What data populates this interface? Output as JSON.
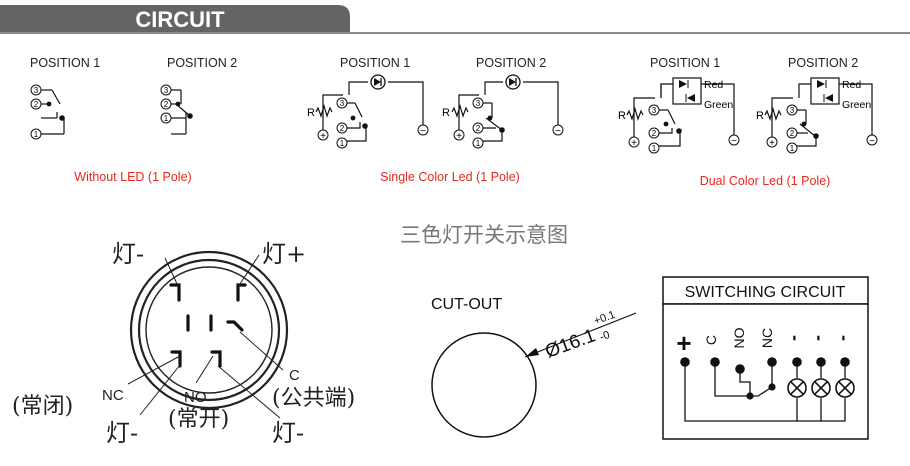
{
  "header": {
    "title": "CIRCUIT"
  },
  "circuit_diagrams": [
    {
      "positions": [
        "POSITION 1",
        "POSITION 2"
      ],
      "caption": "Without LED (1 Pole)"
    },
    {
      "positions": [
        "POSITION 1",
        "POSITION 2"
      ],
      "caption": "Single Color Led (1 Pole)"
    },
    {
      "positions": [
        "POSITION 1",
        "POSITION 2"
      ],
      "caption": "Dual Color Led (1 Pole)",
      "led_labels": [
        "Red",
        "Green"
      ]
    }
  ],
  "terminal_numbers": [
    "3",
    "2",
    "1"
  ],
  "resistor_label": "R",
  "plus_sign": "+",
  "minus_sign": "−",
  "tricolor_title": "三色灯开关示意图",
  "pinout": {
    "lamp_minus": "灯-",
    "lamp_plus": "灯+",
    "nc": "NC",
    "nc_cn": "(常闭)",
    "no": "NO",
    "no_cn": "(常开)",
    "c": "C",
    "c_cn": "(公共端)"
  },
  "cutout": {
    "title": "CUT-OUT",
    "diameter": "Ø16.1",
    "tol_plus": "+0.1",
    "tol_minus": "-0",
    "diameter_value_mm": 16.1
  },
  "switching_circuit": {
    "title": "SWITCHING CIRCUIT",
    "terminals": [
      "+",
      "C",
      "NO",
      "NC",
      "-",
      "-",
      "-"
    ]
  },
  "colors": {
    "header_bg": "#666666",
    "caption_red": "#e8281e",
    "line": "#111111"
  }
}
